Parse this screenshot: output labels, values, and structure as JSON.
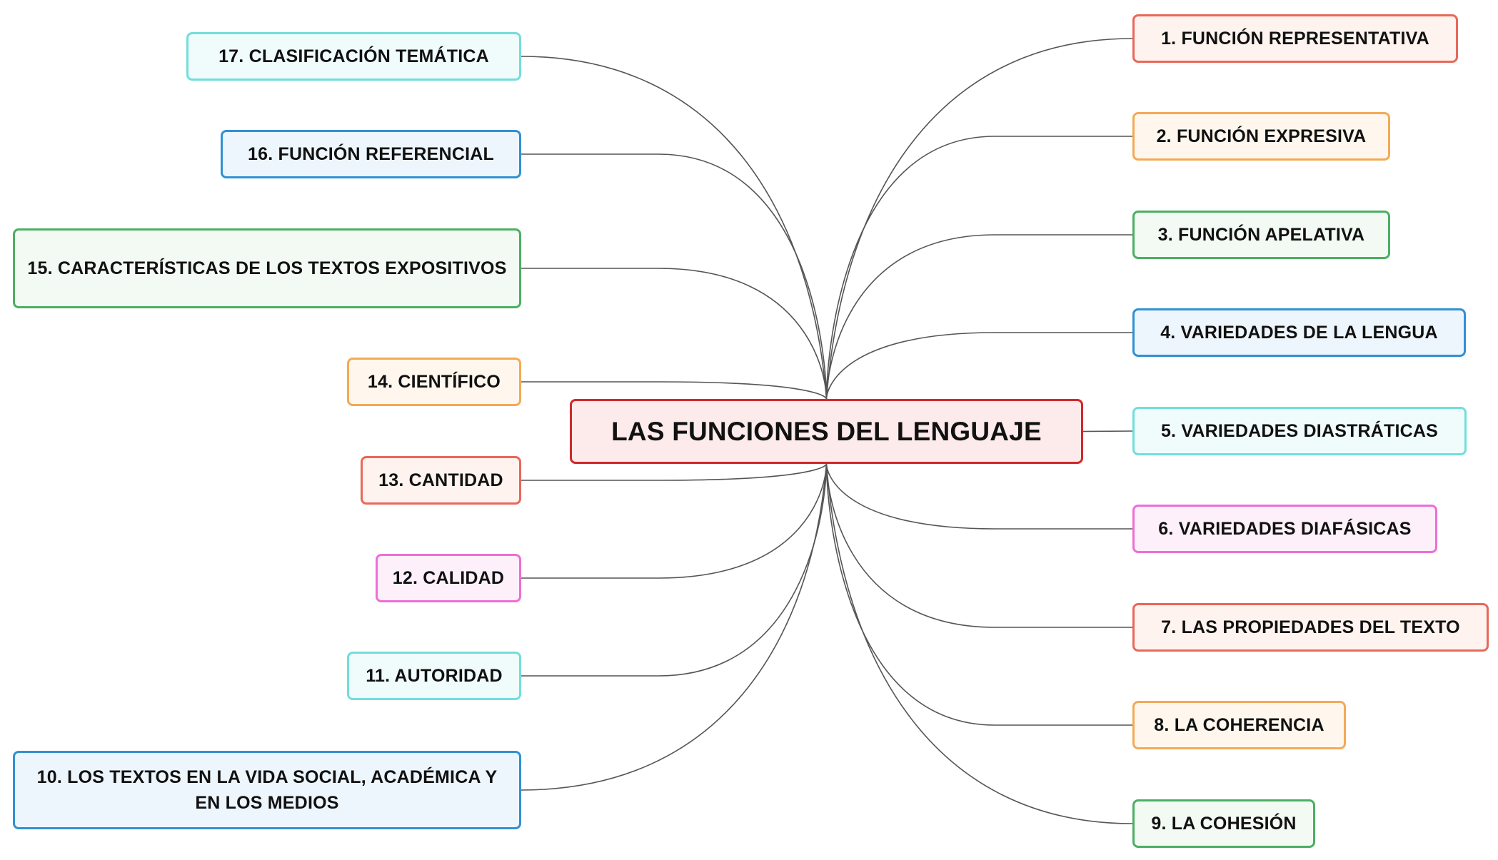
{
  "central": {
    "label": "LAS FUNCIONES DEL LENGUAJE",
    "color": "#d0282a"
  },
  "connector_color": "#555555",
  "topics": [
    {
      "label": "1. FUNCIÓN REPRESENTATIVA",
      "color": "#e8685a"
    },
    {
      "label": "2. FUNCIÓN EXPRESIVA",
      "color": "#f3aa56"
    },
    {
      "label": "3. FUNCIÓN APELATIVA",
      "color": "#4caf63"
    },
    {
      "label": "4. VARIEDADES DE LA LENGUA",
      "color": "#3191d3"
    },
    {
      "label": "5. VARIEDADES DIASTRÁTICAS",
      "color": "#72dedb"
    },
    {
      "label": "6. VARIEDADES DIAFÁSICAS",
      "color": "#ed6ed6"
    },
    {
      "label": "7. LAS PROPIEDADES DEL TEXTO",
      "color": "#e8685a"
    },
    {
      "label": "8. LA COHERENCIA",
      "color": "#f3aa56"
    },
    {
      "label": "9. LA COHESIÓN",
      "color": "#4caf63"
    },
    {
      "label": "10. LOS TEXTOS EN LA VIDA SOCIAL, ACADÉMICA Y EN LOS MEDIOS",
      "color": "#3191d3"
    },
    {
      "label": "11. AUTORIDAD",
      "color": "#72dedb"
    },
    {
      "label": "12. CALIDAD",
      "color": "#ed6ed6"
    },
    {
      "label": "13. CANTIDAD",
      "color": "#e8685a"
    },
    {
      "label": "14. CIENTÍFICO",
      "color": "#f3aa56"
    },
    {
      "label": "15. CARACTERÍSTICAS DE LOS TEXTOS EXPOSITIVOS",
      "color": "#4caf63"
    },
    {
      "label": "16. FUNCIÓN REFERENCIAL",
      "color": "#3191d3"
    },
    {
      "label": "17. CLASIFICACIÓN TEMÁTICA",
      "color": "#72dedb"
    }
  ]
}
